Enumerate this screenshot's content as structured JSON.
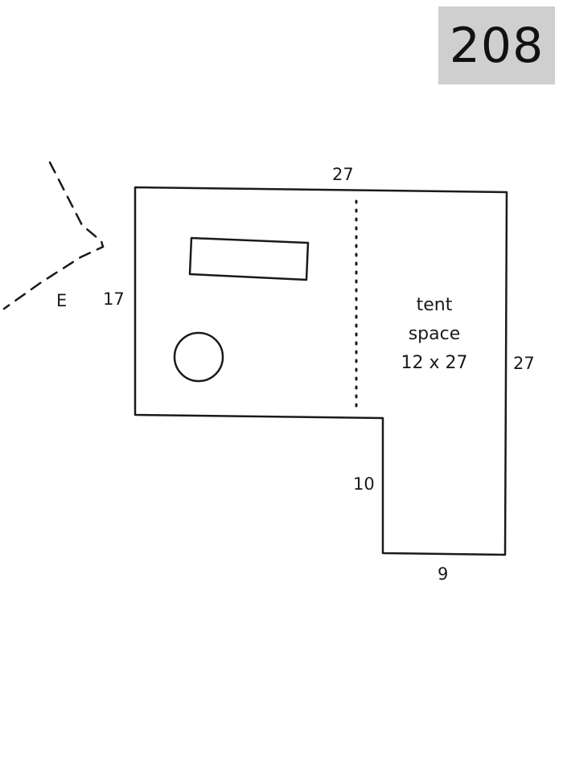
{
  "site": {
    "number": "208"
  },
  "entrance": {
    "label": "E"
  },
  "dimensions": {
    "top": "27",
    "left": "17",
    "right": "27",
    "inner_vertical": "10",
    "bottom": "9"
  },
  "tent_space": {
    "line1": "tent",
    "line2": "space",
    "line3": "12 x 27"
  },
  "colors": {
    "ink": "#1a1a1a",
    "badge_bg": "#cfcfcf"
  },
  "features": [
    "picnic-table",
    "fire-ring",
    "tent-space-divider",
    "entrance-path"
  ]
}
